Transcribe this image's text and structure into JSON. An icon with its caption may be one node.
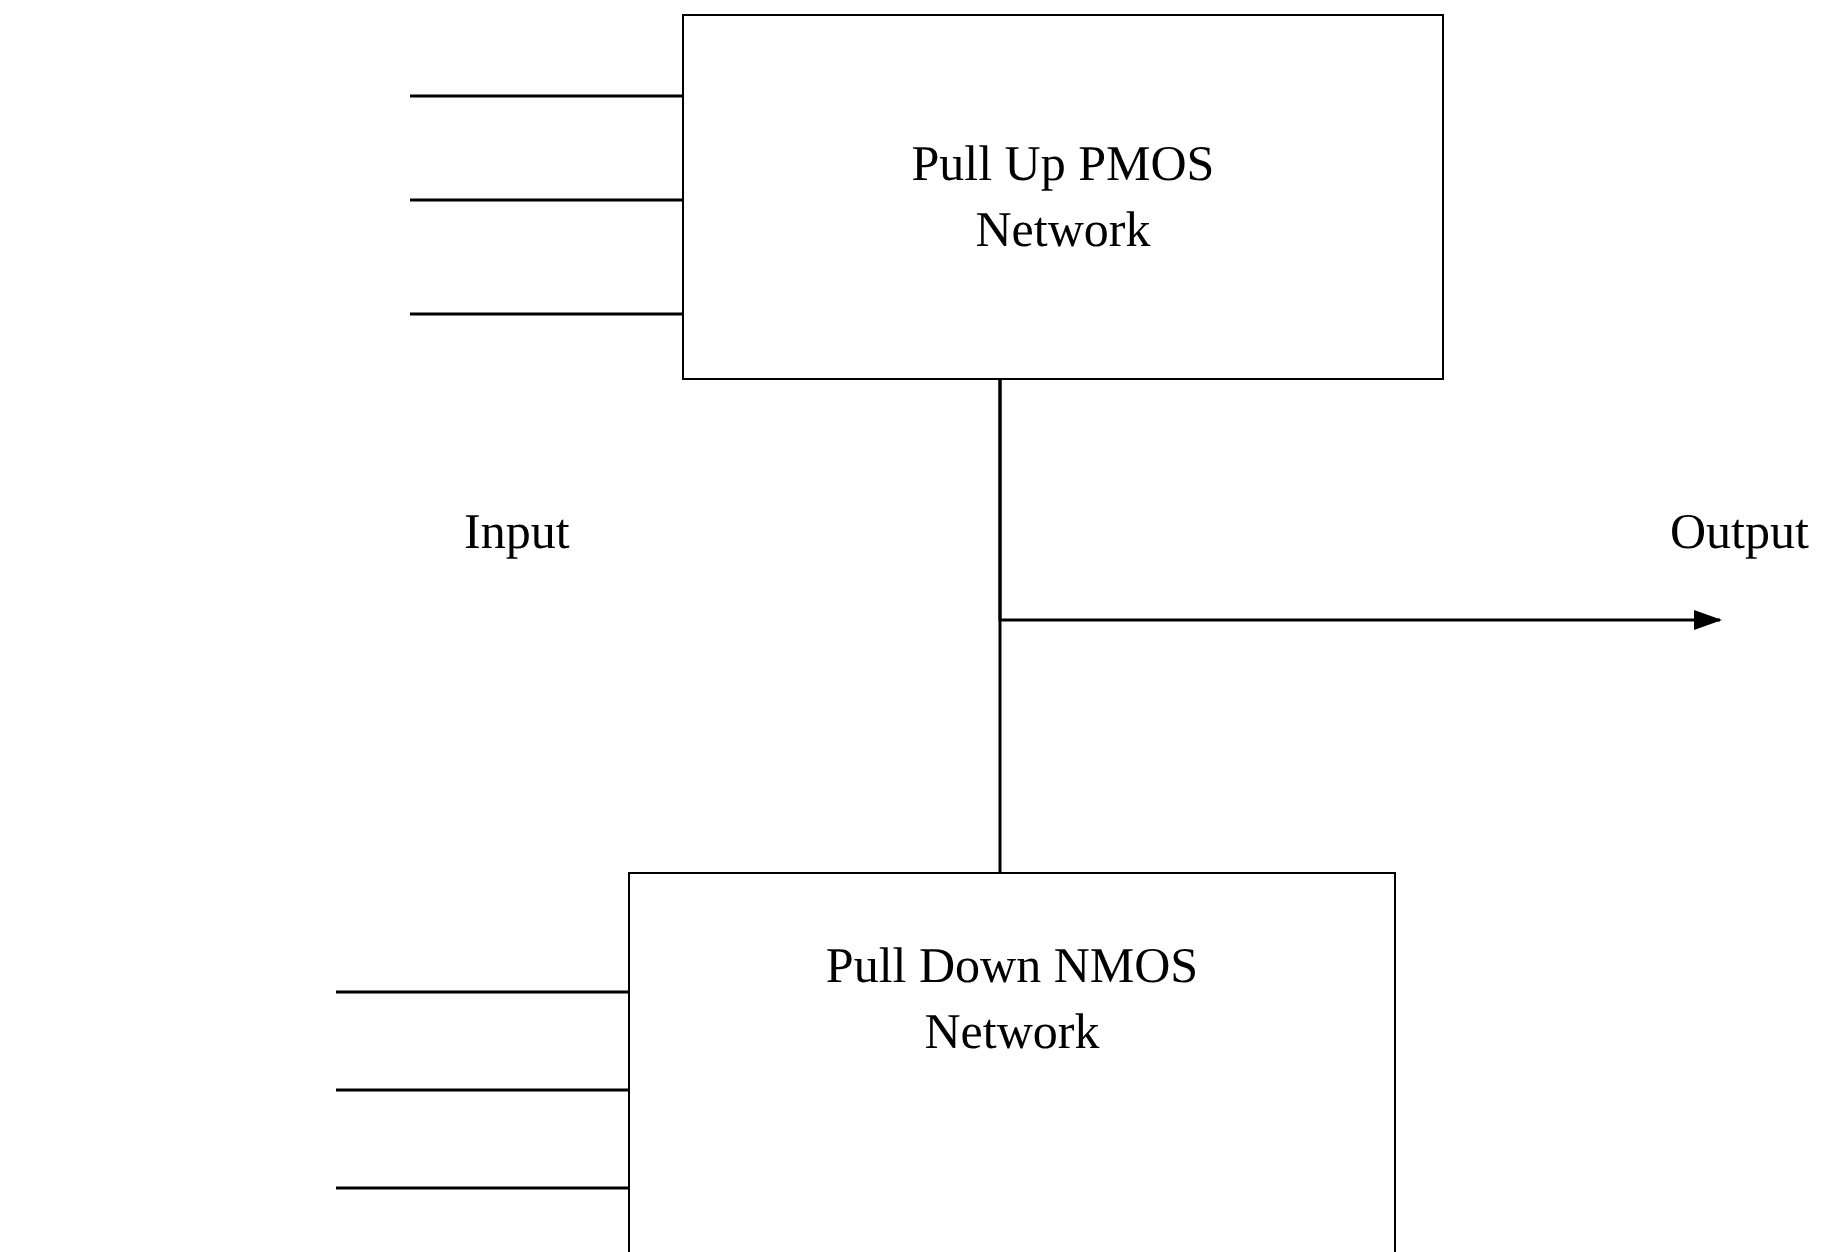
{
  "diagram": {
    "nodes": [
      {
        "text": [
          "Pull Up PMOS Network"
        ]
      },
      {
        "text": [
          "Pull Down NMOS Network"
        ]
      }
    ],
    "edges": [
      {
        "from": null,
        "to": 0,
        "arrow": "none"
      },
      {
        "from": null,
        "to": 0,
        "arrow": "none"
      },
      {
        "from": null,
        "to": 0,
        "arrow": "none"
      },
      {
        "from": null,
        "to": 1,
        "arrow": "none"
      },
      {
        "from": null,
        "to": 1,
        "arrow": "none"
      },
      {
        "from": null,
        "to": 1,
        "arrow": "none"
      },
      {
        "from": 0,
        "to": 1,
        "arrow": "none"
      },
      {
        "from": 0,
        "to": null,
        "arrow": "to"
      }
    ],
    "labels": [
      "Input",
      "Output"
    ]
  }
}
